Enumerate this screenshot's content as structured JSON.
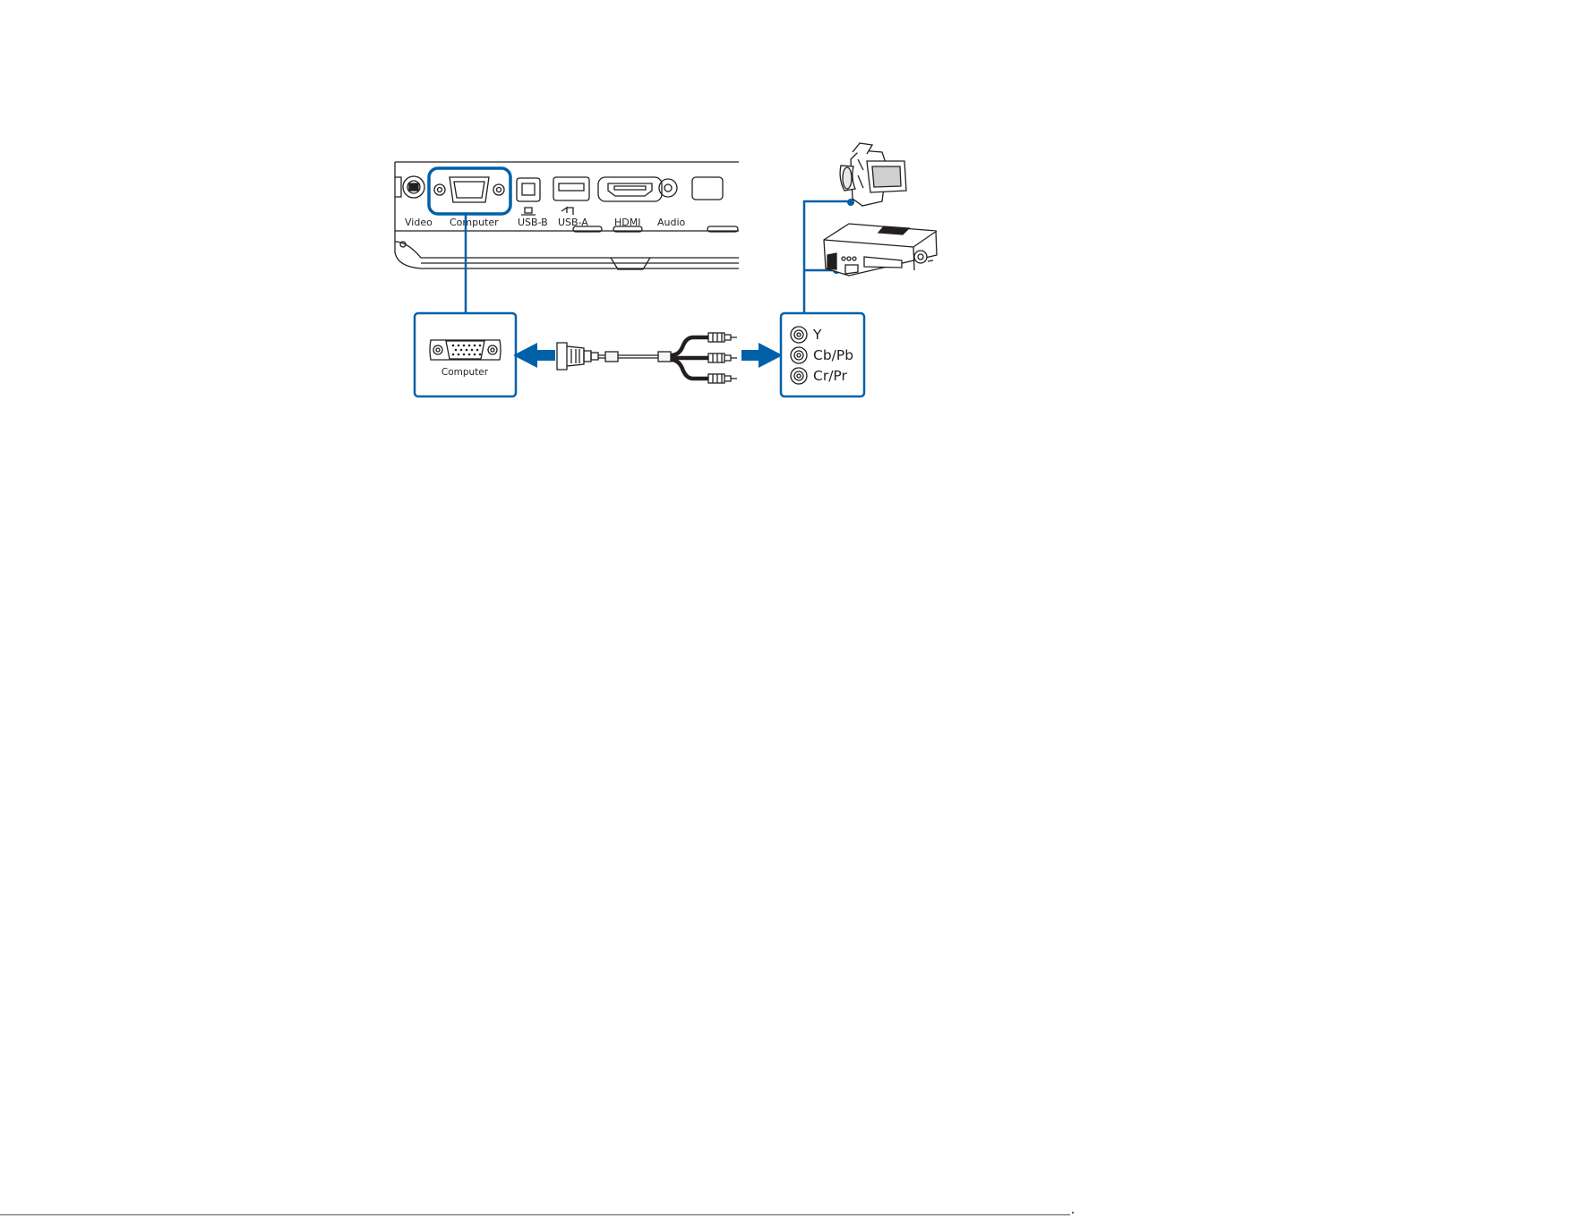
{
  "projector_panel": {
    "ports": [
      "Video",
      "Computer",
      "USB-B",
      "USB-A",
      "HDMI",
      "Audio"
    ]
  },
  "computer_port": {
    "label": "Computer"
  },
  "component_jacks": [
    "Y",
    "Cb/Pb",
    "Cr/Pr"
  ],
  "colors": {
    "accent": "#0060a8",
    "line": "#231f20",
    "light_fill": "#f5f5f5"
  },
  "icons": [
    "camcorder-icon",
    "dvd-player-icon",
    "vga-to-component-cable-icon",
    "arrow-left-icon",
    "arrow-right-icon"
  ]
}
